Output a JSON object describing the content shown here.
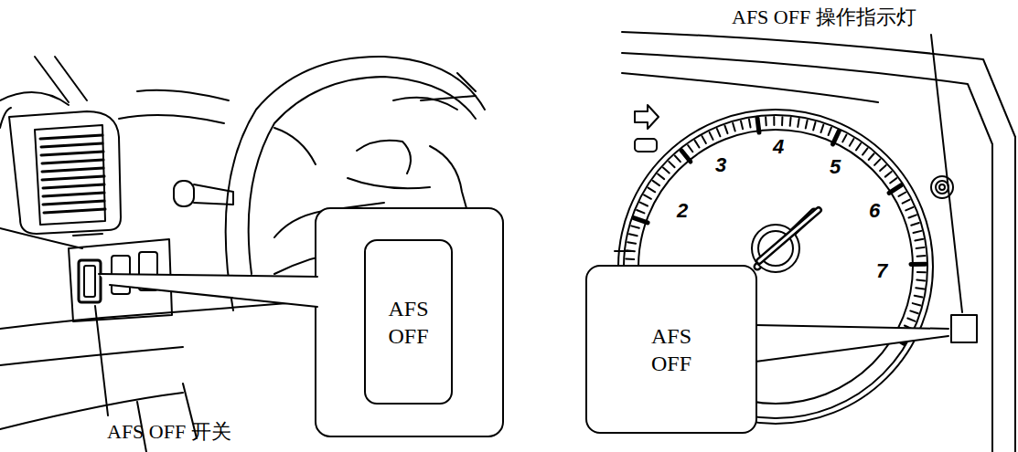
{
  "diagram": {
    "nodes": [
      {
        "text": [
          "AFS OFF"
        ]
      },
      {
        "text": [
          "AFS OFF"
        ]
      }
    ],
    "edges": [],
    "labels": [
      "AFS OFF 开关",
      "AFS OFF 操作指示灯",
      "2",
      "3",
      "4",
      "5",
      "6",
      "7"
    ]
  }
}
